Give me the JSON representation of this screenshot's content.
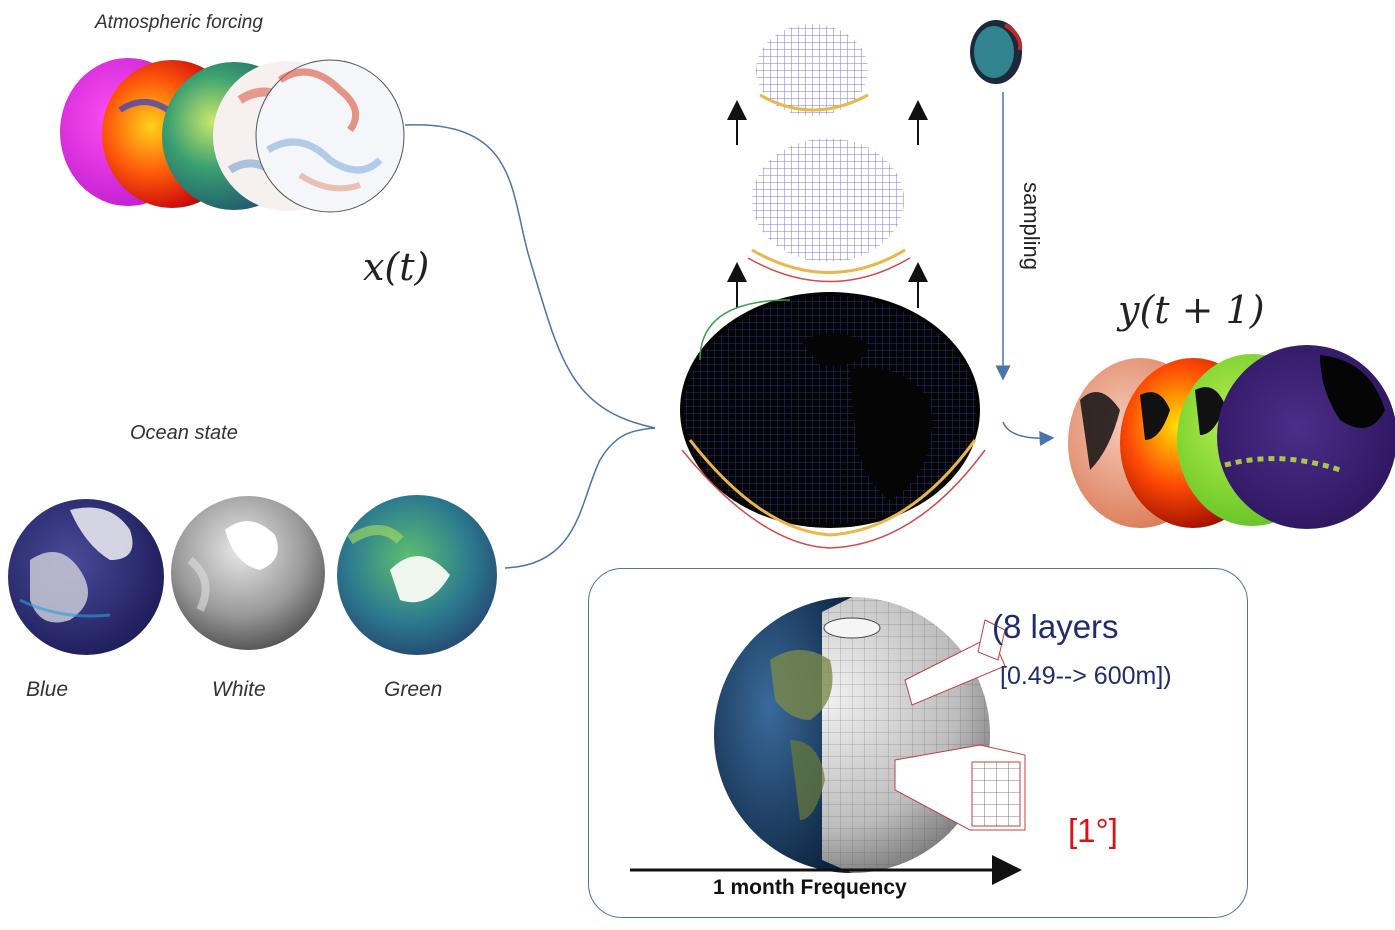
{
  "inputs": {
    "atmospheric": {
      "title": "Atmospheric forcing",
      "symbol": "x(t)"
    },
    "ocean": {
      "title": "Ocean state",
      "globes": [
        {
          "label": "Blue"
        },
        {
          "label": "White"
        },
        {
          "label": "Green"
        }
      ]
    }
  },
  "model": {
    "sampling_label": "sampling"
  },
  "output": {
    "symbol": "y(t + 1)"
  },
  "grid_detail": {
    "layers_line1": "(8 layers",
    "layers_line2": "[0.49--> 600m])",
    "resolution": "[1°]",
    "frequency": "1 month Frequency"
  },
  "colors": {
    "connector": "#4a74a8",
    "layers_text": "#1f2d6b",
    "resolution_text": "#e01010",
    "panel_border": "#4a74a8"
  }
}
